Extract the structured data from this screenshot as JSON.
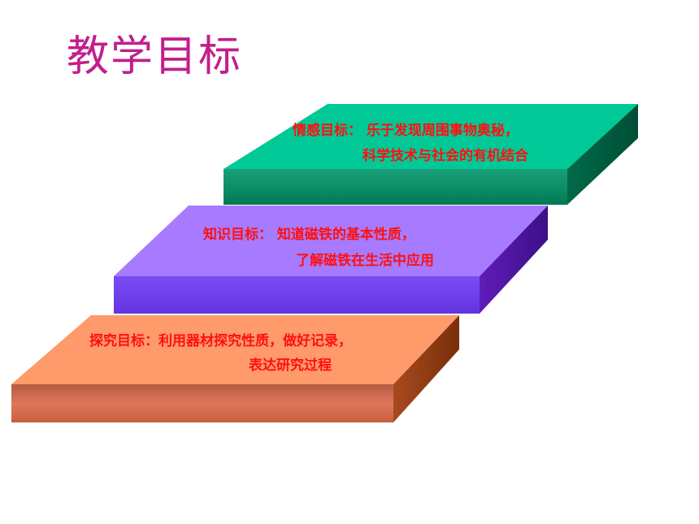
{
  "title": "教学目标",
  "colors": {
    "title": "#c21e8c",
    "text": "#ff1010",
    "step_top_green": "#00c896",
    "step_top_purple": "#a77bff",
    "step_top_orange": "#ff9a6a"
  },
  "steps": [
    {
      "name": "emotion-goal",
      "line1": "情感目标：  乐于发现周围事物奥秘，",
      "line2": "科学技术与社会的有机结合"
    },
    {
      "name": "knowledge-goal",
      "line1": "知识目标：  知道磁铁的基本性质，",
      "line2": "了解磁铁在生活中应用"
    },
    {
      "name": "inquiry-goal",
      "line1": "探究目标：利用器材探究性质，做好记录，",
      "line2": "表达研究过程"
    }
  ]
}
